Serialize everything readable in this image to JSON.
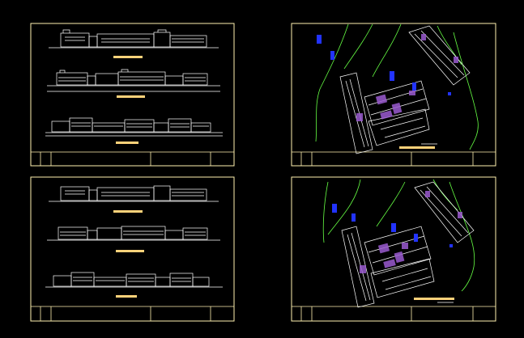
{
  "sheets": [
    {
      "id": "sheet-1",
      "kind": "elevations"
    },
    {
      "id": "sheet-2",
      "kind": "site-plan"
    },
    {
      "id": "sheet-3",
      "kind": "elevations"
    },
    {
      "id": "sheet-4",
      "kind": "site-plan"
    }
  ],
  "colors": {
    "background": "#000000",
    "frame": "#fff2b0",
    "linework": "#ffffff",
    "label_bar": "#ffd27a",
    "contour": "#66ff44",
    "marker": "#2233ff",
    "fill_violet": "#9b5bd0"
  }
}
